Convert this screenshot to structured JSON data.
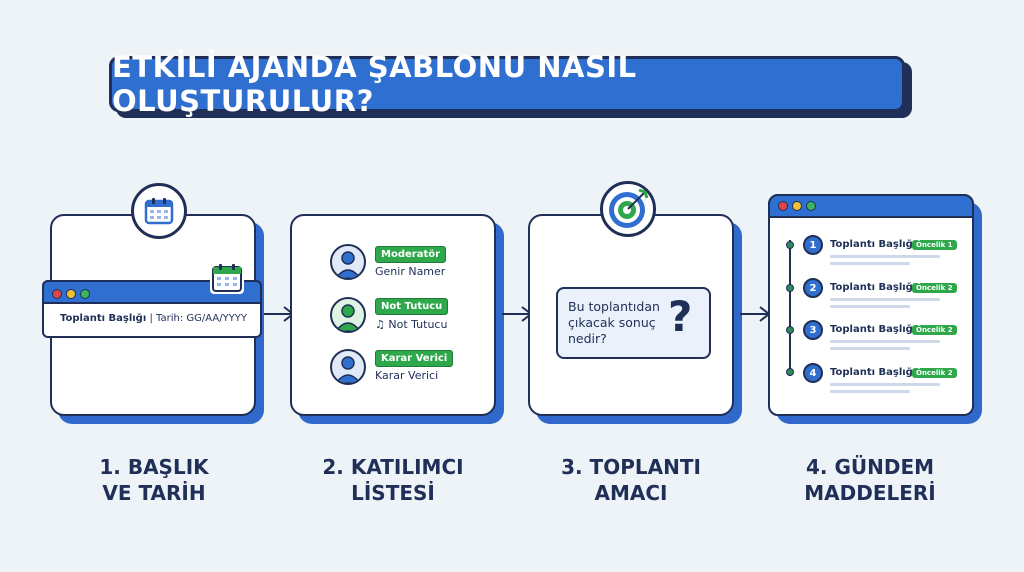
{
  "title": "ETKİLİ AJANDA ŞABLONU NASIL OLUŞTURULUR?",
  "colors": {
    "primary": "#2f6fd0",
    "navy": "#1f2f57",
    "green": "#2ea84a",
    "background": "#eef3f8"
  },
  "steps": [
    {
      "label_line1": "1. BAŞLIK",
      "label_line2": "VE TARİH",
      "icon": "calendar-icon"
    },
    {
      "label_line1": "2. KATILIMCI",
      "label_line2": "LİSTESİ",
      "icon": "user-icon"
    },
    {
      "label_line1": "3. TOPLANTI",
      "label_line2": "AMACI",
      "icon": "target-icon"
    },
    {
      "label_line1": "4. GÜNDEM",
      "label_line2": "MADDELERİ",
      "icon": "browser-window-icon"
    }
  ],
  "card1": {
    "field_title": "Toplantı Başlığı",
    "separator": "|",
    "field_date": "Tarih: GG/AA/YYYY"
  },
  "card2": {
    "participants": [
      {
        "role": "Moderatör",
        "name": "Genir Namer"
      },
      {
        "role": "Not Tutucu",
        "name": "♫ Not Tutucu"
      },
      {
        "role": "Karar Verici",
        "name": "Karar Verici"
      }
    ]
  },
  "card3": {
    "question_line1": "Bu toplantıdan",
    "question_line2": "çıkacak sonuç",
    "question_line3": "nedir?",
    "mark": "?"
  },
  "card4": {
    "items": [
      {
        "number": "1",
        "title": "Toplantı Başlığı",
        "priority": "Öncelik 1"
      },
      {
        "number": "2",
        "title": "Toplantı Başlığı",
        "priority": "Öncelik 2"
      },
      {
        "number": "3",
        "title": "Toplantı Başlığı",
        "priority": "Öncelik 2"
      },
      {
        "number": "4",
        "title": "Toplantı Başlığı",
        "priority": "Öncelik 2"
      }
    ]
  }
}
